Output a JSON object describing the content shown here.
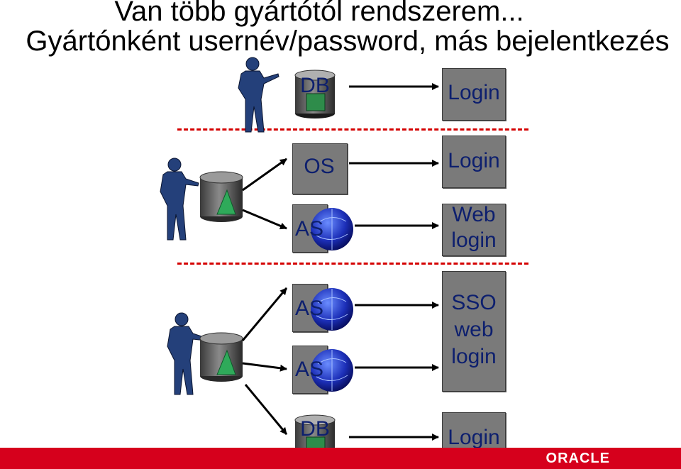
{
  "title_line1": "Van több gyártótól rendszerem...",
  "title_line2": "Gyártónként usernév/password, más bejelentkezés",
  "row1": {
    "source": "DB",
    "target": "Login"
  },
  "row2": {
    "source1": "OS",
    "target1": "Login",
    "source2": "AS",
    "target2_line1": "Web",
    "target2_line2": "login"
  },
  "row3": {
    "source1": "AS",
    "source2": "AS",
    "target_line1": "SSO",
    "target_line2": "web",
    "target_line3": "login",
    "source3": "DB",
    "target3": "Login"
  },
  "footer": {
    "logo": "ORACLE"
  },
  "colors": {
    "footer": "#d6001c",
    "divider": "#d40000",
    "label": "#0d1f6e",
    "box": "#7a7a7a"
  }
}
